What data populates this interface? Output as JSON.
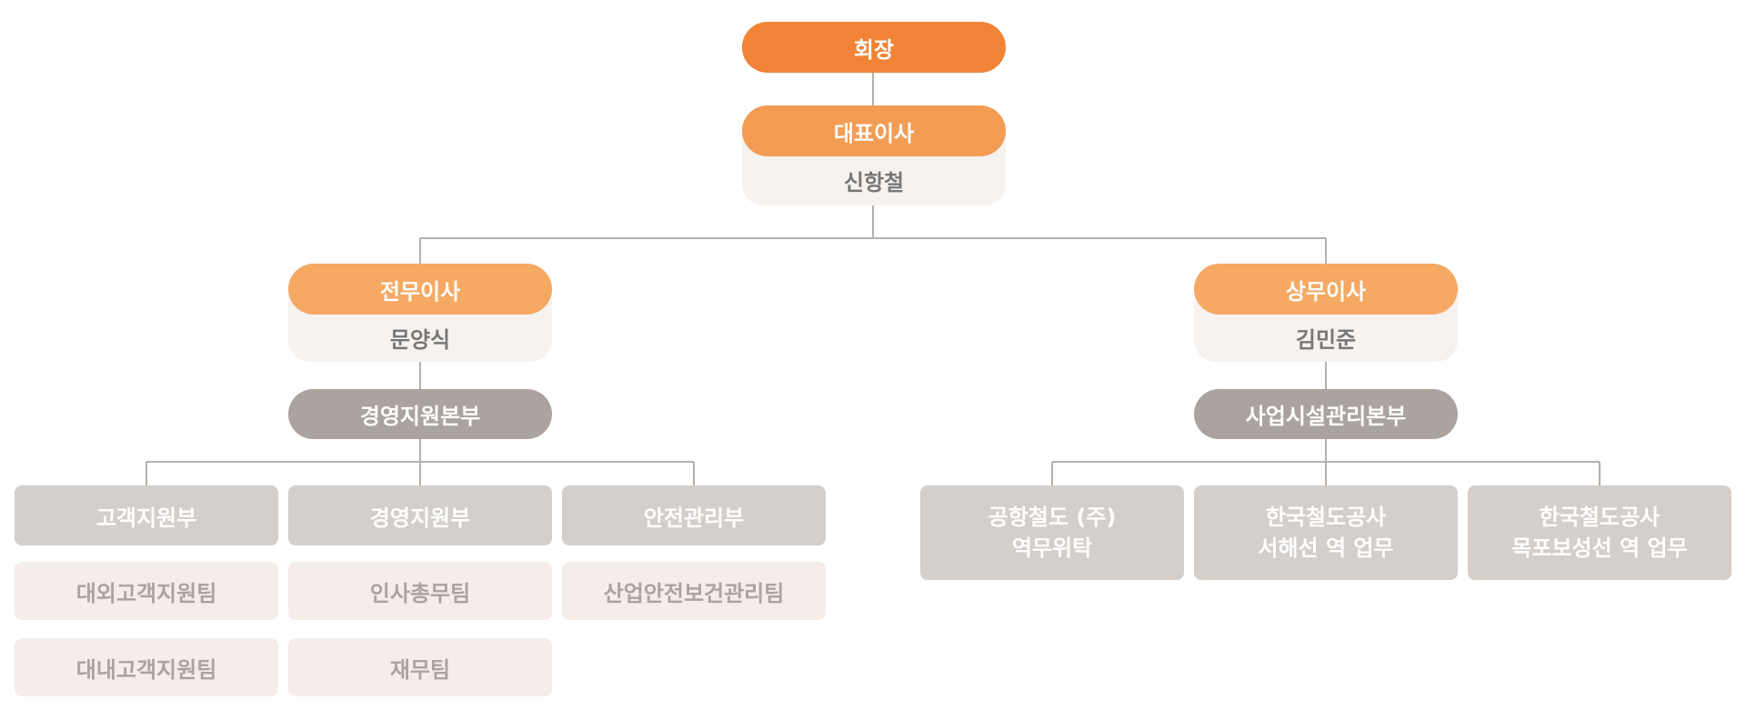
{
  "chairman": {
    "title": "회장"
  },
  "ceo": {
    "title": "대표이사",
    "name": "신항철"
  },
  "left": {
    "exec_title": "전무이사",
    "exec_name": "문양식",
    "division": "경영지원본부",
    "departments": [
      {
        "name": "고객지원부",
        "teams": [
          "대외고객지원팀",
          "대내고객지원팀"
        ]
      },
      {
        "name": "경영지원부",
        "teams": [
          "인사총무팀",
          "재무팀"
        ]
      },
      {
        "name": "안전관리부",
        "teams": [
          "산업안전보건관리팀"
        ]
      }
    ]
  },
  "right": {
    "exec_title": "상무이사",
    "exec_name": "김민준",
    "division": "사업시설관리본부",
    "departments": [
      {
        "line1": "공항철도 (주)",
        "line2": "역무위탁"
      },
      {
        "line1": "한국철도공사",
        "line2": "서해선 역 업무"
      },
      {
        "line1": "한국철도공사",
        "line2": "목포보성선 역 업무"
      }
    ]
  },
  "colors": {
    "chairman": "#f08336",
    "ceo": "#f39c53",
    "executive": "#f5a962",
    "division": "#aaa39f",
    "department": "#d4cfcb",
    "team": "#f5edea",
    "connector": "#b5b0ad"
  }
}
